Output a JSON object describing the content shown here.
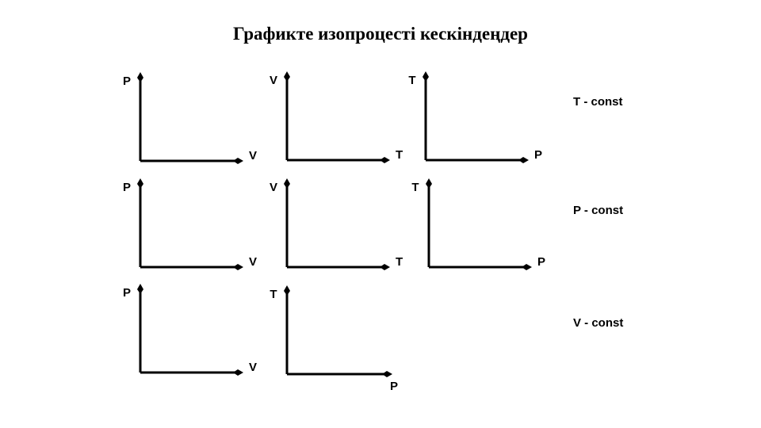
{
  "title": "Графикте изопроцесті кескіндеңдер",
  "rows": [
    {
      "const_label": "T - const",
      "axes": [
        {
          "y_label": "P",
          "x_label": "V"
        },
        {
          "y_label": "V",
          "x_label": "T"
        },
        {
          "y_label": "T",
          "x_label": "P"
        }
      ]
    },
    {
      "const_label": "P - const",
      "axes": [
        {
          "y_label": "P",
          "x_label": "V"
        },
        {
          "y_label": "V",
          "x_label": "T"
        },
        {
          "y_label": "T",
          "x_label": "P"
        }
      ]
    },
    {
      "const_label": "V - const",
      "axes": [
        {
          "y_label": "P",
          "x_label": "V"
        },
        {
          "y_label": "T",
          "x_label": "P"
        }
      ]
    }
  ],
  "colors": {
    "background": "#ffffff",
    "axis": "#000000",
    "text": "#000000"
  }
}
